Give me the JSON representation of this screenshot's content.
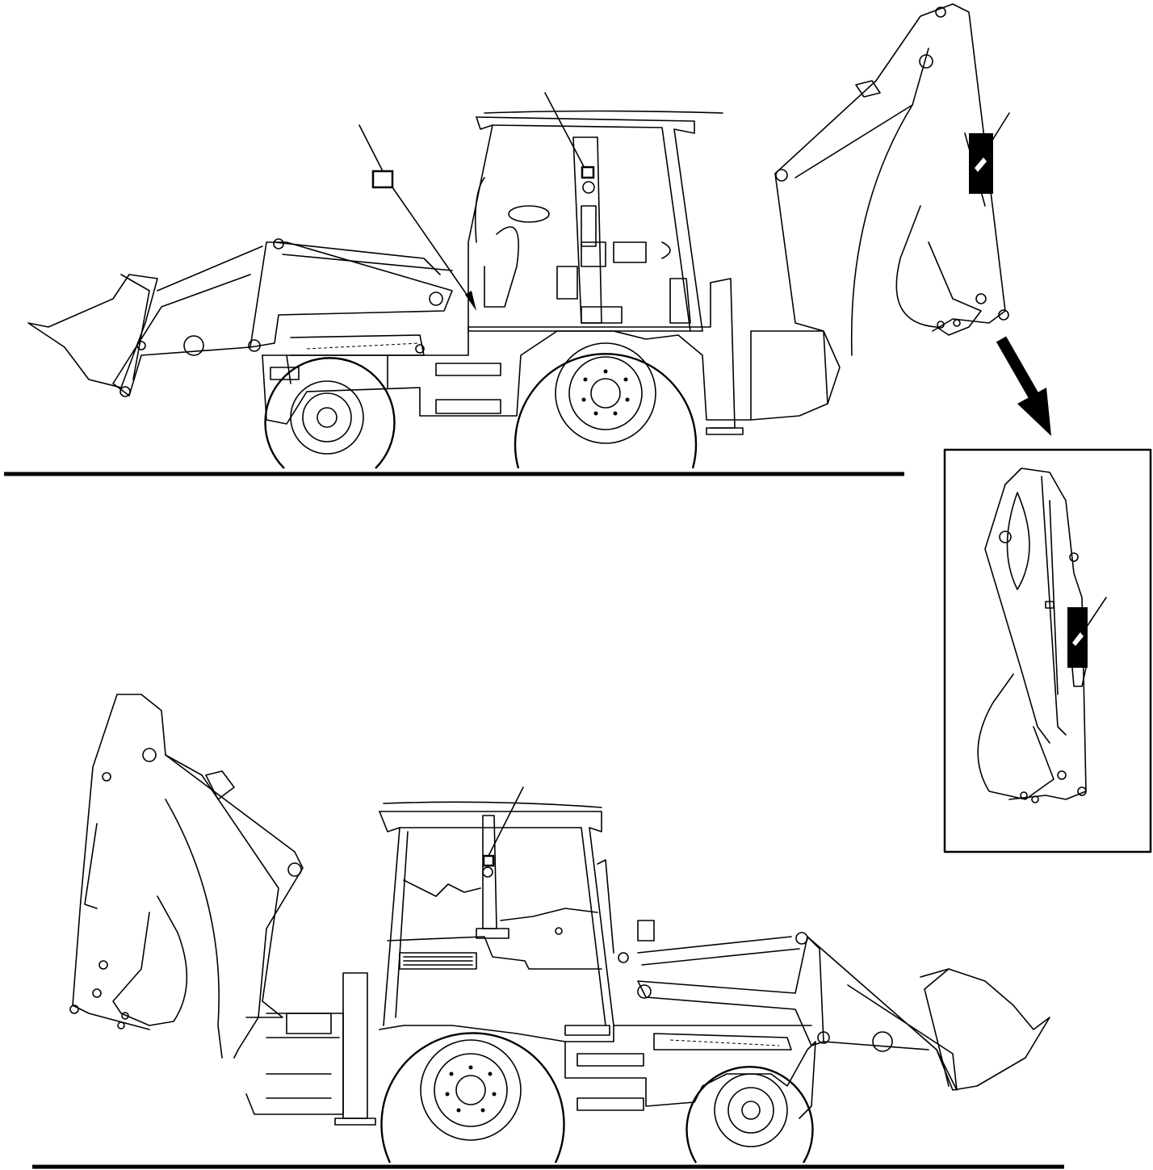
{
  "figure": {
    "description_text": "",
    "views": [
      "top-side-view",
      "bottom-side-view",
      "detail-inset"
    ],
    "label_markers": [
      {
        "name": "cab-front-label",
        "view": "top-side-view"
      },
      {
        "name": "cab-pillar-label",
        "view": "top-side-view"
      },
      {
        "name": "boom-stripe-label",
        "view": "top-side-view"
      },
      {
        "name": "cab-pillar-label-rear",
        "view": "bottom-side-view"
      },
      {
        "name": "boom-stripe-label-detail",
        "view": "detail-inset"
      }
    ],
    "colors": {
      "line": "#000000",
      "background": "#ffffff"
    }
  }
}
